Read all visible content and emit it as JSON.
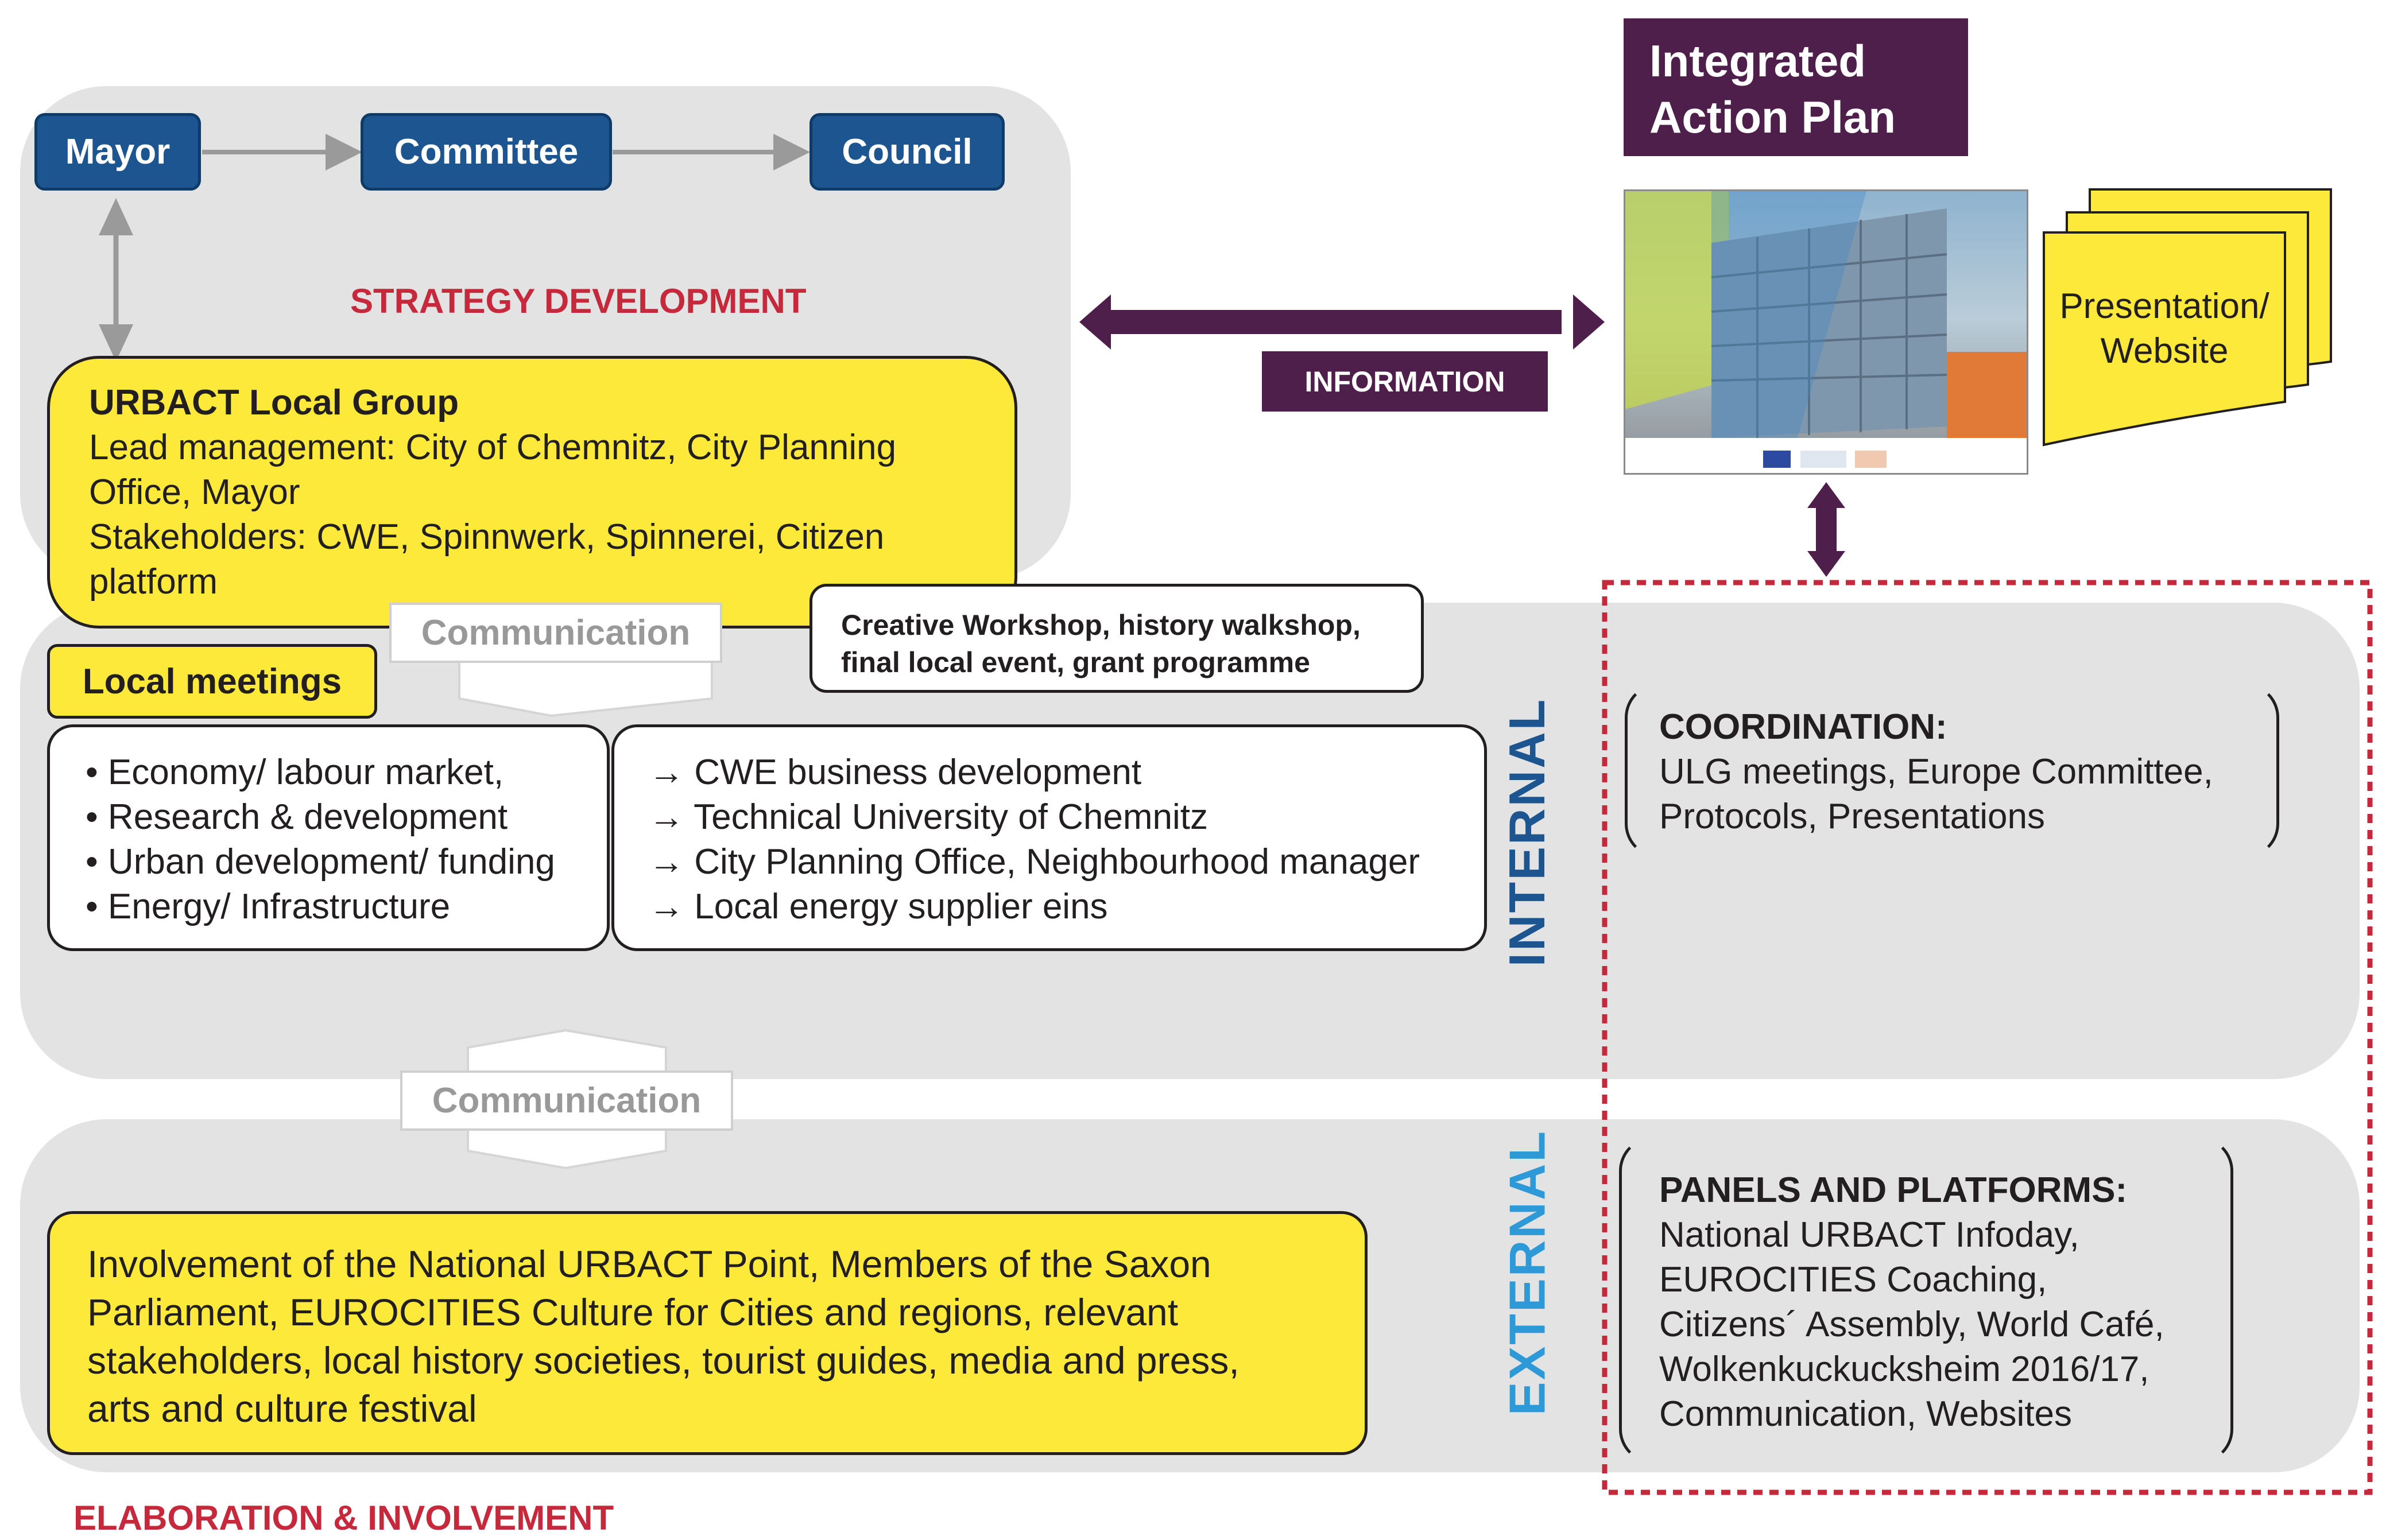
{
  "colors": {
    "panel": "#e3e3e4",
    "navy": "#1d5591",
    "yellow": "#fce93a",
    "purple": "#4e1f4b",
    "red": "#c6293b",
    "internal_blue": "#1d5591",
    "external_blue": "#2d9ad7",
    "grey_arrow": "#9a9a9a"
  },
  "strategy": {
    "mayor": "Mayor",
    "committee": "Committee",
    "council": "Council",
    "title": "STRATEGY DEVELOPMENT"
  },
  "ulg": {
    "title": "URBACT Local Group",
    "line1": "Lead management: City of Chemnitz, City Planning",
    "line2": "Office, Mayor",
    "line3": "Stakeholders: CWE, Spinnwerk, Spinnerei, Citizen",
    "line4": "platform"
  },
  "communication_1": "Communication",
  "communication_2": "Communication",
  "workshop": {
    "line1": "Creative Workshop, history walkshop,",
    "line2": "final local event, grant programme"
  },
  "local_meetings": "Local meetings",
  "topics": [
    "• Economy/ labour market,",
    "• Research & development",
    "• Urban development/ funding",
    "• Energy/ Infrastructure"
  ],
  "partners": [
    "→ CWE business development",
    "→ Technical University of Chemnitz",
    "→ City Planning Office, Neighbourhood manager",
    "→ Local energy supplier eins"
  ],
  "internal_label": "INTERNAL",
  "external_label": "EXTERNAL",
  "iap": {
    "line1": "Integrated",
    "line2": "Action Plan"
  },
  "information": "INFORMATION",
  "presentation": {
    "line1": "Presentation/",
    "line2": "Website"
  },
  "coordination": {
    "title": "COORDINATION:",
    "line1": "ULG meetings, Europe Committee,",
    "line2": "Protocols, Presentations"
  },
  "panels": {
    "title": "PANELS AND PLATFORMS:",
    "lines": [
      "National URBACT Infoday,",
      "EUROCITIES Coaching,",
      "Citizens´ Assembly, World Café,",
      "Wolkenkuckucksheim 2016/17,",
      "Communication, Websites"
    ]
  },
  "external_box": {
    "line1": "Involvement of the National URBACT Point, Members of the Saxon",
    "line2": "Parliament, EUROCITIES Culture for Cities and regions, relevant",
    "line3": "stakeholders, local history societies, tourist guides, media and press,",
    "line4": "arts and culture festival"
  },
  "elaboration_title": "ELABORATION & INVOLVEMENT"
}
